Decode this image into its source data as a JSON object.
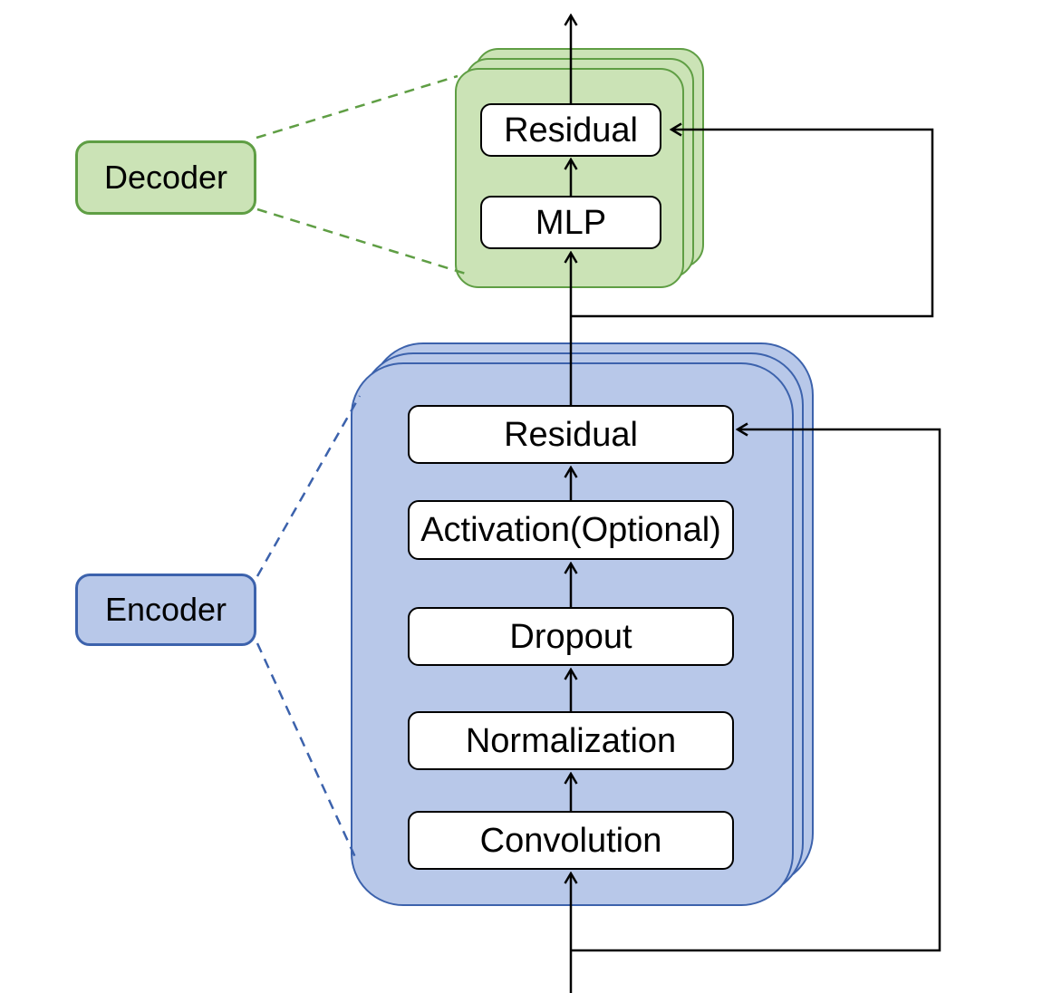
{
  "colors": {
    "decoder-fill": "#cbe3b6",
    "decoder-border": "#5f9e44",
    "encoder-fill": "#b8c8e9",
    "encoder-border": "#3c62ac",
    "block-fill": "#ffffff",
    "block-border": "#000000",
    "line": "#000000",
    "text": "#000000"
  },
  "decoder": {
    "label": "Decoder",
    "blocks": {
      "residual": "Residual",
      "mlp": "MLP"
    }
  },
  "encoder": {
    "label": "Encoder",
    "blocks": {
      "residual": "Residual",
      "activation": "Activation(Optional)",
      "dropout": "Dropout",
      "normalization": "Normalization",
      "convolution": "Convolution"
    }
  }
}
